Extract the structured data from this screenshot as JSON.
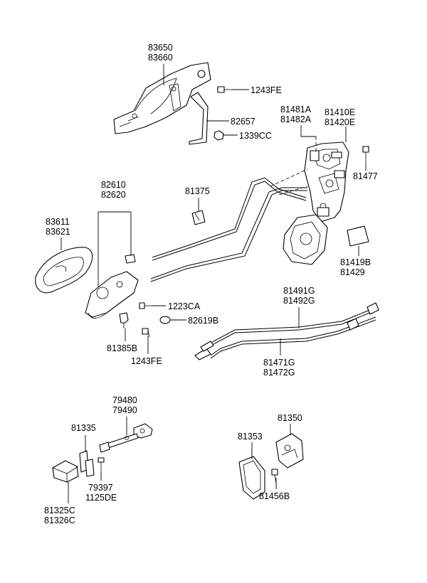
{
  "parts": {
    "p83650": "83650",
    "p83660": "83660",
    "p1243FE_top": "1243FE",
    "p82657": "82657",
    "p1339CC": "1339CC",
    "p81481A": "81481A",
    "p81482A": "81482A",
    "p81410E": "81410E",
    "p81420E": "81420E",
    "p81477": "81477",
    "p82610": "82610",
    "p82620": "82620",
    "p81375": "81375",
    "p83611": "83611",
    "p83621": "83621",
    "p81419B": "81419B",
    "p81429": "81429",
    "p1223CA": "1223CA",
    "p82619B": "82619B",
    "p81491G": "81491G",
    "p81492G": "81492G",
    "p81385B": "81385B",
    "p1243FE_bottom": "1243FE",
    "p81471G": "81471G",
    "p81472G": "81472G",
    "p79480": "79480",
    "p79490": "79490",
    "p81335": "81335",
    "p81350": "81350",
    "p81353": "81353",
    "p79397": "79397",
    "p1125DE": "1125DE",
    "p81456B": "81456B",
    "p81325C": "81325C",
    "p81326C": "81326C"
  }
}
